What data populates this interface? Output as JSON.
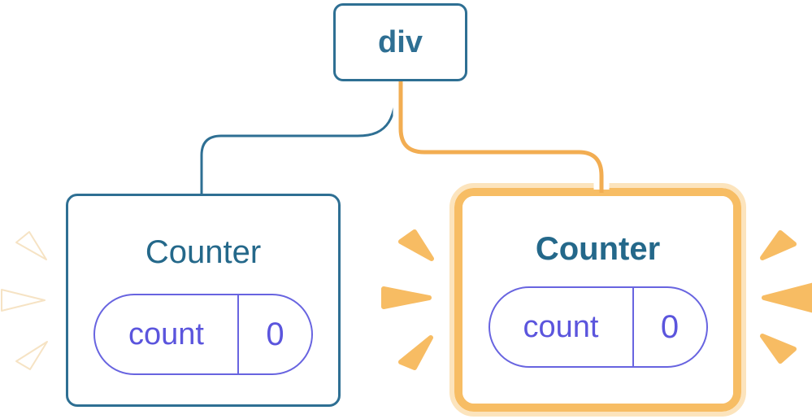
{
  "colors": {
    "bg": "#ffffff",
    "node-blue": "#2e6f93",
    "title-blue": "#24688a",
    "purple-text": "#5b55dd",
    "purple-border": "#6864e0",
    "edge-blue": "#2e6f93",
    "edge-orange": "#f2ad52",
    "edge-casing": "#ffffff",
    "ring-orange": "#f7bd64",
    "ring-peach": "#fce4bd",
    "spark-orange": "#f7bc63",
    "spark-white": "#ffffff",
    "spark-white-edge": "#f6e3c4"
  },
  "root_node": {
    "label": "div"
  },
  "counters": [
    {
      "title": "Counter",
      "state_name": "count",
      "state_value": "0",
      "highlighted": false
    },
    {
      "title": "Counter",
      "state_name": "count",
      "state_value": "0",
      "highlighted": true
    }
  ],
  "icons": {
    "left_burst": "white-spark-burst",
    "middle_burst": "orange-spark-burst",
    "right_burst": "orange-spark-burst"
  }
}
